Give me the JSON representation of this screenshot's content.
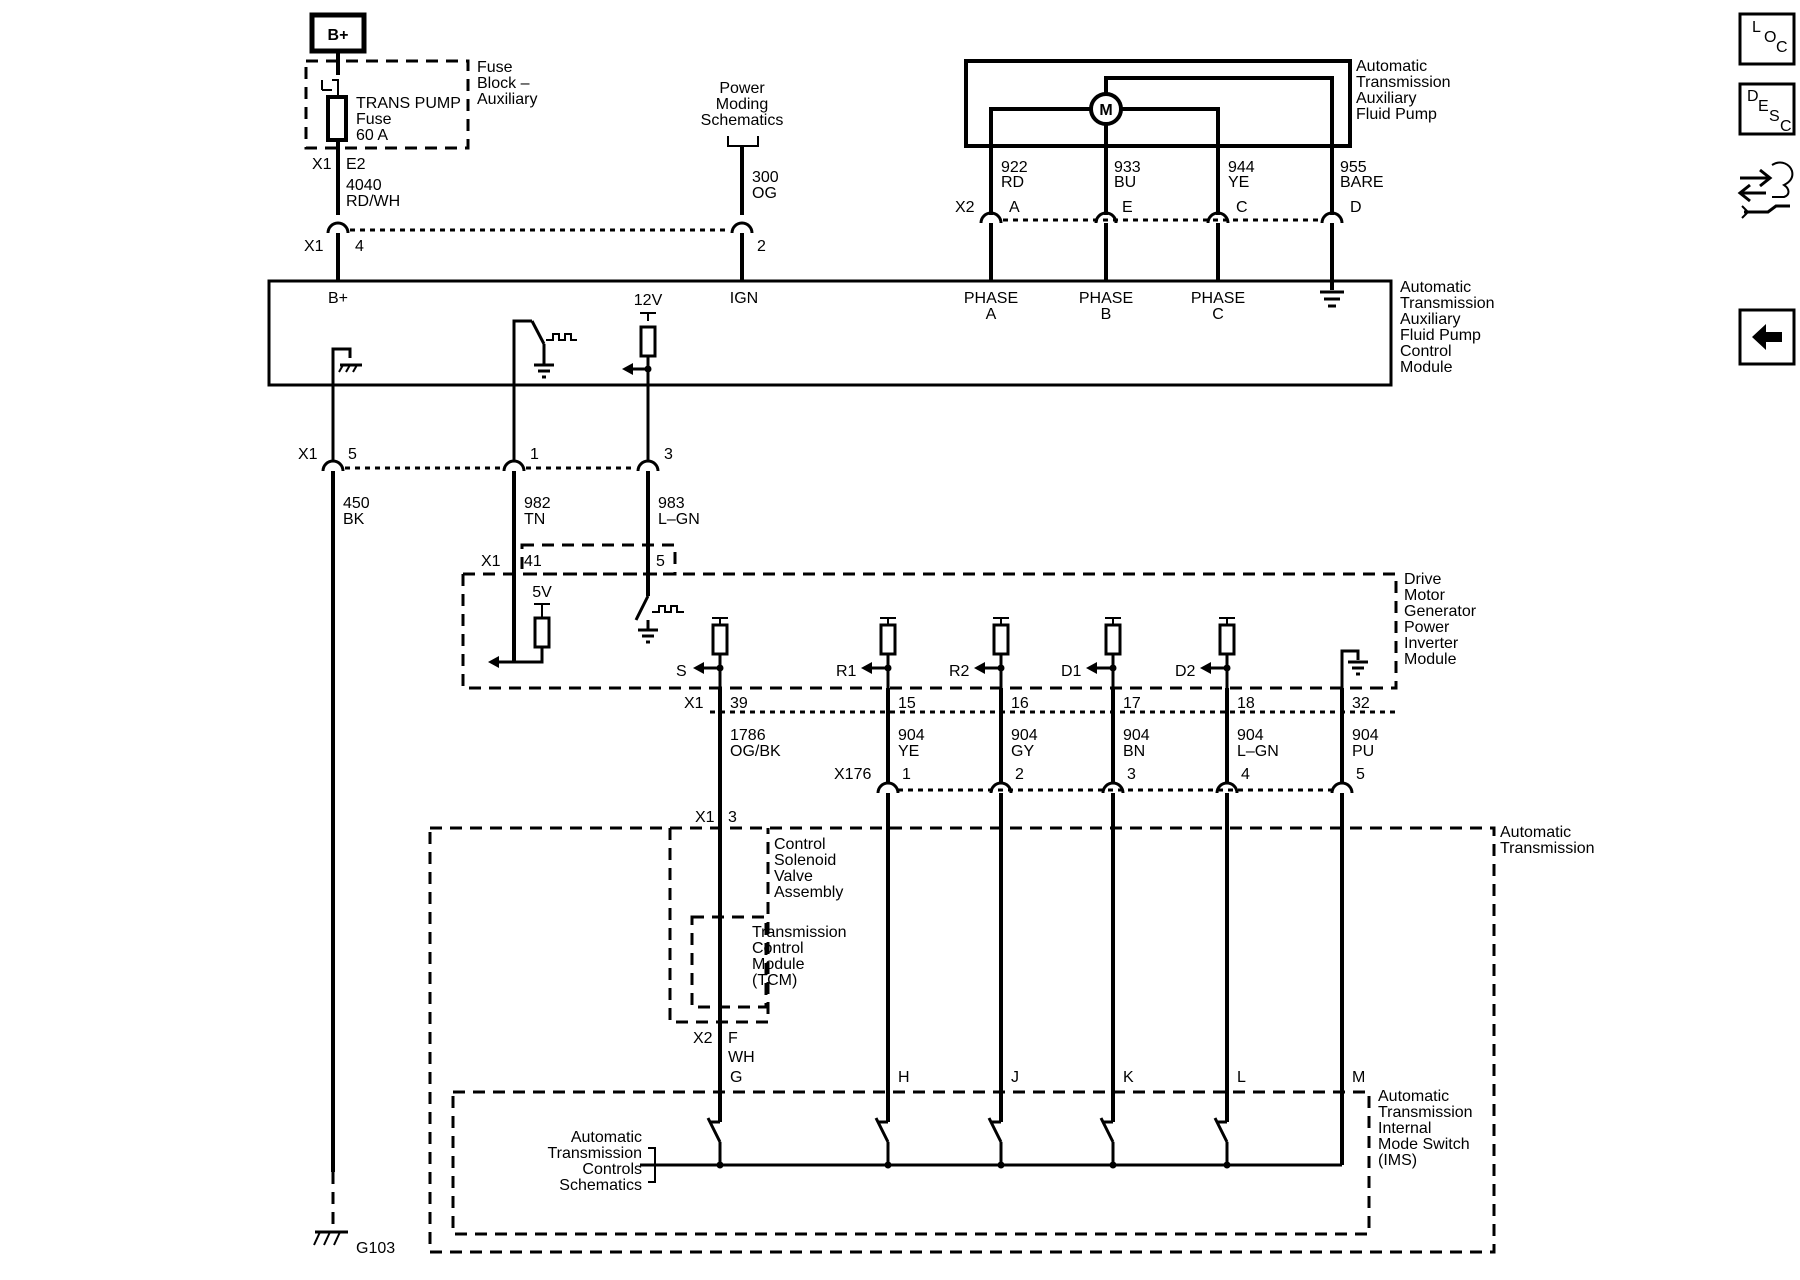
{
  "power_source": "B+",
  "fuse_block": {
    "title": [
      "Fuse",
      "Block –",
      "Auxiliary"
    ],
    "fuse_name": "TRANS PUMP",
    "fuse_word": "Fuse",
    "fuse_rating": "60 A"
  },
  "fuse_connector": {
    "name": "X1",
    "pin": "E2"
  },
  "wire_4040": {
    "circuit": "4040",
    "color": "RD/WH"
  },
  "power_moding": [
    "Power",
    "Moding",
    "Schematics"
  ],
  "wire_300": {
    "circuit": "300",
    "color": "OG"
  },
  "x1_top": {
    "name": "X1",
    "pin_left": "4",
    "pin_right": "2"
  },
  "pump_module": {
    "title": [
      "Automatic",
      "Transmission",
      "Auxiliary",
      "Fluid Pump",
      "Control",
      "Module"
    ],
    "b_plus": "B+",
    "ign": "IGN",
    "v12": "12V",
    "phase_word": "PHASE",
    "phase_a": "A",
    "phase_b": "B",
    "phase_c": "C"
  },
  "fluid_pump": {
    "title": [
      "Automatic",
      "Transmission",
      "Auxiliary",
      "Fluid Pump"
    ],
    "motor": "M",
    "connector": "X2",
    "wires": [
      {
        "circuit": "922",
        "color": "RD",
        "pin": "A"
      },
      {
        "circuit": "933",
        "color": "BU",
        "pin": "E"
      },
      {
        "circuit": "944",
        "color": "YE",
        "pin": "C"
      },
      {
        "circuit": "955",
        "color": "BARE",
        "pin": "D"
      }
    ]
  },
  "x1_lower": {
    "name": "X1",
    "pin_5": "5",
    "pin_1": "1",
    "pin_3": "3"
  },
  "wire_450": {
    "circuit": "450",
    "color": "BK"
  },
  "wire_982": {
    "circuit": "982",
    "color": "TN"
  },
  "wire_983": {
    "circuit": "983",
    "color": "L–GN"
  },
  "inverter_connector": {
    "name": "X1",
    "pin_41": "41",
    "pin_5": "5"
  },
  "inverter": {
    "title": [
      "Drive",
      "Motor",
      "Generator",
      "Power",
      "Inverter",
      "Module"
    ],
    "v5": "5V",
    "signals": [
      "S",
      "R1",
      "R2",
      "D1",
      "D2"
    ],
    "connector": "X1",
    "pins": [
      "39",
      "15",
      "16",
      "17",
      "18",
      "32"
    ]
  },
  "inverter_wires": [
    {
      "circuit": "1786",
      "color": "OG/BK"
    },
    {
      "circuit": "904",
      "color": "YE"
    },
    {
      "circuit": "904",
      "color": "GY"
    },
    {
      "circuit": "904",
      "color": "BN"
    },
    {
      "circuit": "904",
      "color": "L–GN"
    },
    {
      "circuit": "904",
      "color": "PU"
    }
  ],
  "x176": {
    "name": "X176",
    "pins": [
      "1",
      "2",
      "3",
      "4",
      "5"
    ]
  },
  "transmission": {
    "title": [
      "Automatic",
      "Transmission"
    ],
    "connector_x1": "X1",
    "pin_3": "3",
    "solenoid": [
      "Control",
      "Solenoid",
      "Valve",
      "Assembly"
    ],
    "tcm": [
      "Transmission",
      "Control",
      "Module",
      "(TCM)"
    ],
    "connector_x2": "X2",
    "pin_f": "F",
    "wire_color": "WH"
  },
  "ims": {
    "title": [
      "Automatic",
      "Transmission",
      "Internal",
      "Mode Switch",
      "(IMS)"
    ],
    "pins": [
      "G",
      "H",
      "J",
      "K",
      "L",
      "M"
    ],
    "controls": [
      "Automatic",
      "Transmission",
      "Controls",
      "Schematics"
    ]
  },
  "ground": {
    "label": "G103"
  },
  "nav": {
    "loc": [
      "L",
      "O",
      "C"
    ],
    "desc": [
      "D",
      "E",
      "S",
      "C"
    ],
    "back_arrow": "arrow-left-icon",
    "connector_icon": "connector-hand-icon"
  }
}
